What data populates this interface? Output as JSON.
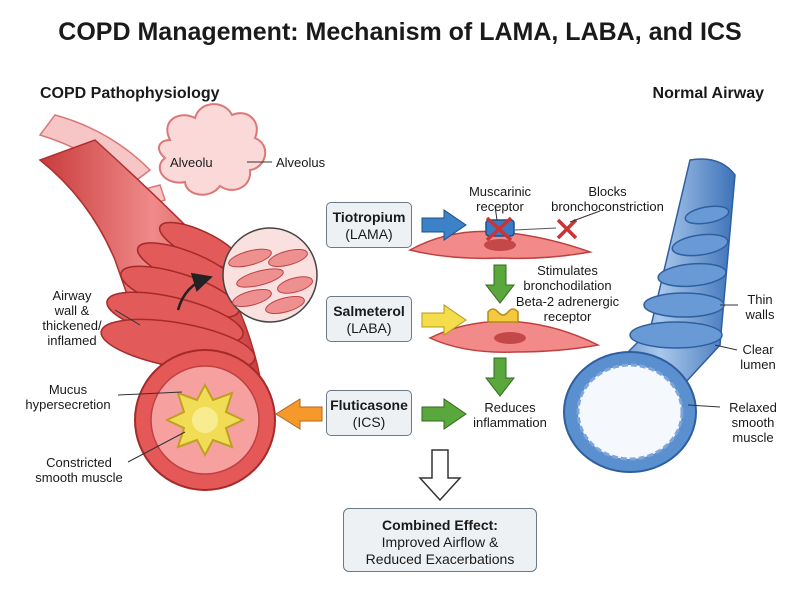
{
  "title": "COPD Management: Mechanism of LAMA, LABA, and ICS",
  "left_section": "COPD Pathophysiology",
  "right_section": "Normal Airway",
  "left_labels": {
    "alveolu": "Alveolu",
    "alveolus": "Alveolus",
    "airway_wall": [
      "Airway",
      "wall &",
      "thickened/",
      "inflamed"
    ],
    "mucus": [
      "Mucus",
      "hypersecretion"
    ],
    "constricted": [
      "Constricted",
      "smooth muscle"
    ]
  },
  "right_labels": {
    "thin_walls": [
      "Thin",
      "walls"
    ],
    "clear_lumen": [
      "Clear",
      "lumen"
    ],
    "relaxed": [
      "Relaxed",
      "smooth",
      "muscle"
    ]
  },
  "drugs": [
    {
      "name": "Tiotropium",
      "class": "(LAMA)"
    },
    {
      "name": "Salmeterol",
      "class": "(LABA)"
    },
    {
      "name": "Fluticasone",
      "class": "(ICS)"
    }
  ],
  "mechanisms": {
    "muscarinic": [
      "Muscarinic",
      "receptor"
    ],
    "blocks": [
      "Blocks",
      "bronchoconstriction"
    ],
    "stimulates": [
      "Stimulates",
      "bronchodilation"
    ],
    "beta2": [
      "Beta-2 adrenergic",
      "receptor"
    ],
    "reduces": [
      "Reduces",
      "inflammation"
    ]
  },
  "combined": {
    "heading": "Combined Effect:",
    "lines": [
      "Improved Airflow &",
      "Reduced Exacerbations"
    ]
  },
  "colors": {
    "copd_red": "#e85a5a",
    "mucus_yellow": "#f1dd55",
    "normal_blue": "#5a8fd0",
    "arrow_blue": "#3b82c8",
    "arrow_yellow": "#f5dc4a",
    "arrow_green": "#5aa83c",
    "arrow_orange": "#f59a2a",
    "block_red": "#cc3333"
  }
}
